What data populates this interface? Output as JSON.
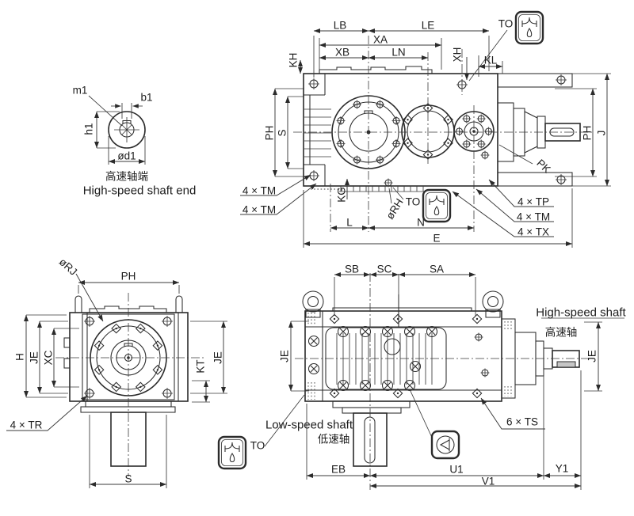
{
  "drawing": {
    "background": "#ffffff",
    "line_color": "#2b2b2b",
    "detail_view": {
      "m1": "m1",
      "b1": "b1",
      "h1": "h1",
      "d1": "ød1",
      "caption_zh": "高速轴端",
      "caption_en": "High-speed shaft end"
    },
    "top_view": {
      "lb": "LB",
      "le": "LE",
      "xa": "XA",
      "xb": "XB",
      "ln": "LN",
      "kh": "KH",
      "xh": "XH",
      "kl": "KL",
      "to_breather": "TO",
      "to_drain": "TO",
      "ph_left": "PH",
      "s": "S",
      "ph_right": "PH",
      "j": "J",
      "pk": "PK",
      "kg": "KG",
      "rh": "øRH",
      "l": "L",
      "n": "N",
      "e": "E",
      "tm_a": "4 × TM",
      "tm_b": "4 × TM",
      "tp": "4 × TP",
      "tm_c": "4 × TM",
      "tx": "4 × TX"
    },
    "side_view": {
      "rj": "øRJ",
      "ph": "PH",
      "h": "H",
      "je_left": "JE",
      "xc": "XC",
      "kt": "KT",
      "je_right": "JE",
      "tr": "4 × TR",
      "s": "S",
      "to": "TO"
    },
    "front_view": {
      "sb": "SB",
      "sc": "SC",
      "sa": "SA",
      "je_left": "JE",
      "je_right": "JE",
      "high_speed_shaft_en": "High-speed shaft",
      "high_speed_shaft_zh": "高速轴",
      "low_speed_shaft_en": "Low-speed shaft",
      "low_speed_shaft_zh": "低速轴",
      "ts": "6 × TS",
      "eb": "EB",
      "u1": "U1",
      "v1": "V1",
      "y1": "Y1"
    }
  }
}
